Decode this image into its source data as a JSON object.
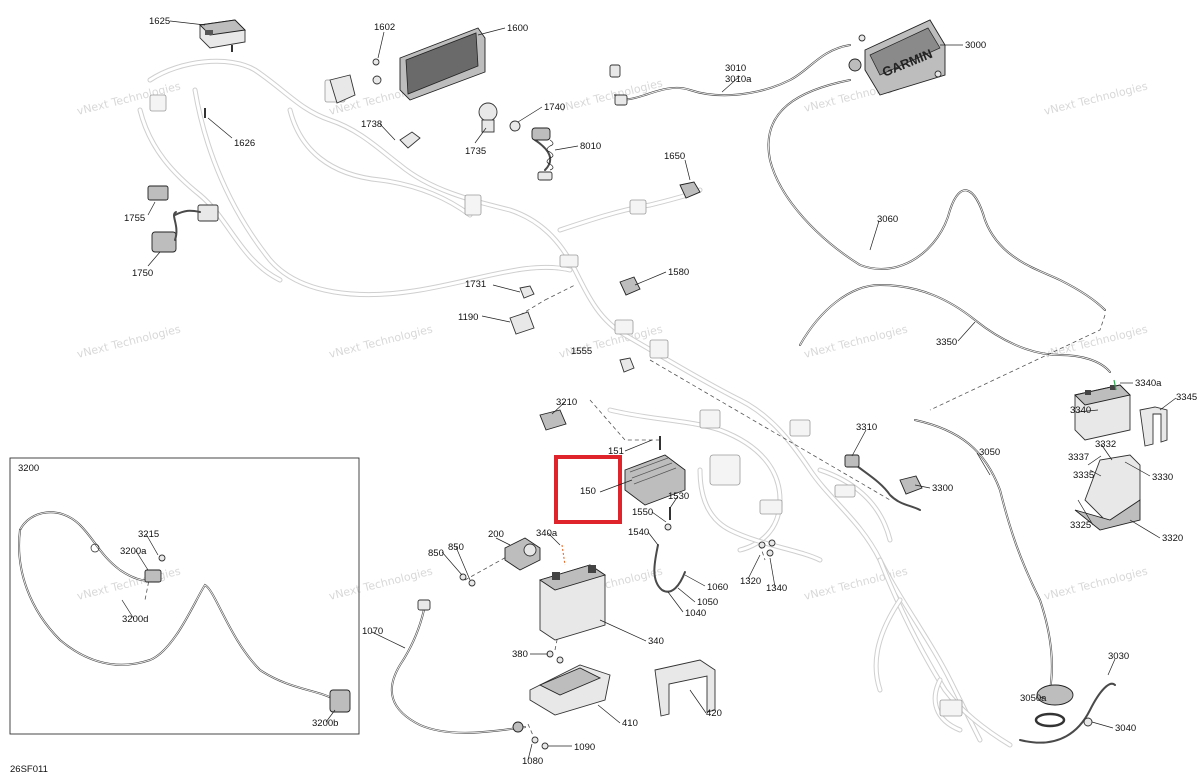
{
  "figure_code": "26SF011",
  "watermark": "vNext Technologies",
  "screen_brand": "GARMIN",
  "inset_title": "3200",
  "highlight_color": "#e0242b",
  "callouts": {
    "c1625": "1625",
    "c1602": "1602",
    "c1600": "1600",
    "c1626": "1626",
    "c1738": "1738",
    "c1740": "1740",
    "c1735": "1735",
    "c8010": "8010",
    "c1650": "1650",
    "c1755": "1755",
    "c1750": "1750",
    "c1731": "1731",
    "c1580": "1580",
    "c1190": "1190",
    "c1555": "1555",
    "c3010": "3010",
    "c3010a": "3010a",
    "c3000": "3000",
    "c3060": "3060",
    "c3350": "3350",
    "c3340a": "3340a",
    "c3340": "3340",
    "c3345": "3345",
    "c3332": "3332",
    "c3337": "3337",
    "c3335": "3335",
    "c3330": "3330",
    "c3325": "3325",
    "c3320": "3320",
    "c3310": "3310",
    "c3300": "3300",
    "c3050": "3050",
    "c3030": "3030",
    "c3050a": "3050a",
    "c3040": "3040",
    "c3210": "3210",
    "c151": "151",
    "c150": "150",
    "c1530": "1530",
    "c1550": "1550",
    "c1540": "1540",
    "c1060": "1060",
    "c1050": "1050",
    "c1040": "1040",
    "c1320": "1320",
    "c1340": "1340",
    "c340a": "340a",
    "c200": "200",
    "c850a": "850",
    "c850b": "850",
    "c340": "340",
    "c380": "380",
    "c410": "410",
    "c420": "420",
    "c1070": "1070",
    "c1090": "1090",
    "c1080": "1080",
    "c3215": "3215",
    "c3200a": "3200a",
    "c3200d": "3200d",
    "c3200b": "3200b"
  }
}
